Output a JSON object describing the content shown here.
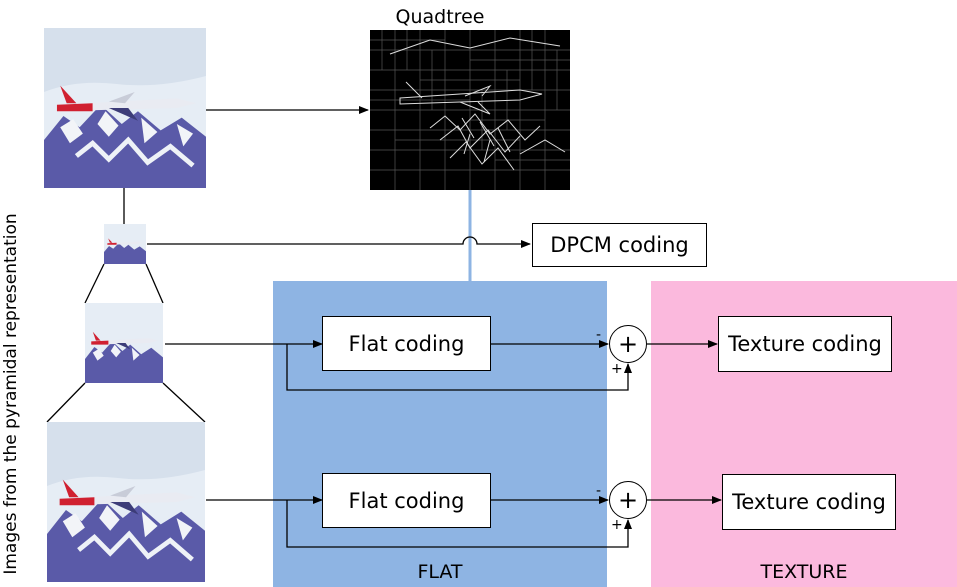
{
  "quadtree": {
    "title": "Quadtree"
  },
  "dpcm": {
    "label": "DPCM coding"
  },
  "flat_coding": {
    "label_top": "Flat coding",
    "label_bottom": "Flat coding"
  },
  "texture_coding": {
    "label_top": "Texture coding",
    "label_bottom": "Texture coding"
  },
  "sum": {
    "symbol": "+",
    "minus": "-",
    "plus": "+"
  },
  "regions": {
    "flat": "FLAT",
    "texture": "TEXTURE"
  },
  "side_label": "Images from the pyramidal representation",
  "colors": {
    "flat_region": "#8eb4e3",
    "texture_region": "#fbb9dd",
    "connector_blue": "#8eb4e3",
    "snow": "#e8eef6",
    "mountain": "#5a5aa8",
    "plane_red": "#d02030"
  },
  "icons": {
    "image": "airplane-photo-icon",
    "quadtree": "quadtree-grid-icon"
  }
}
